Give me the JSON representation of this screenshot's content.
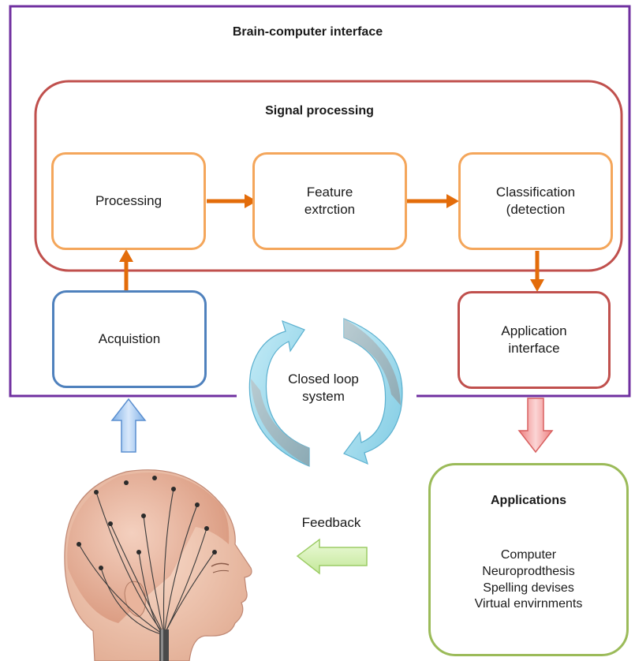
{
  "bci": {
    "title": "Brain-computer interface"
  },
  "signal": {
    "title": "Signal processing"
  },
  "boxes": {
    "processing": "Processing",
    "feature_line1": "Feature",
    "feature_line2": "extrction",
    "classification_line1": "Classification",
    "classification_line2": "(detection",
    "acquisition": "Acquistion",
    "app_interface_line1": "Application",
    "app_interface_line2": "interface"
  },
  "loop": {
    "line1": "Closed loop",
    "line2": "system"
  },
  "feedback": {
    "label": "Feedback"
  },
  "applications": {
    "title": "Applications",
    "items": [
      "Computer",
      "Neuroprodthesis",
      "Spelling devises",
      "Virtual envirnments"
    ]
  },
  "colors": {
    "outer_border": "#7030a0",
    "signal_border": "#c0504d",
    "orange_box": "#f4a65b",
    "arrow_orange": "#e36c0a",
    "acquisition_border": "#4f81bd",
    "app_interface_border": "#c0504d",
    "applications_border": "#9bbb59",
    "blue_arrow": "#a8c8ee",
    "red_arrow": "#f4a0a0",
    "green_arrow": "#d7f1b8",
    "loop_arrow": "#9fd7ea"
  }
}
